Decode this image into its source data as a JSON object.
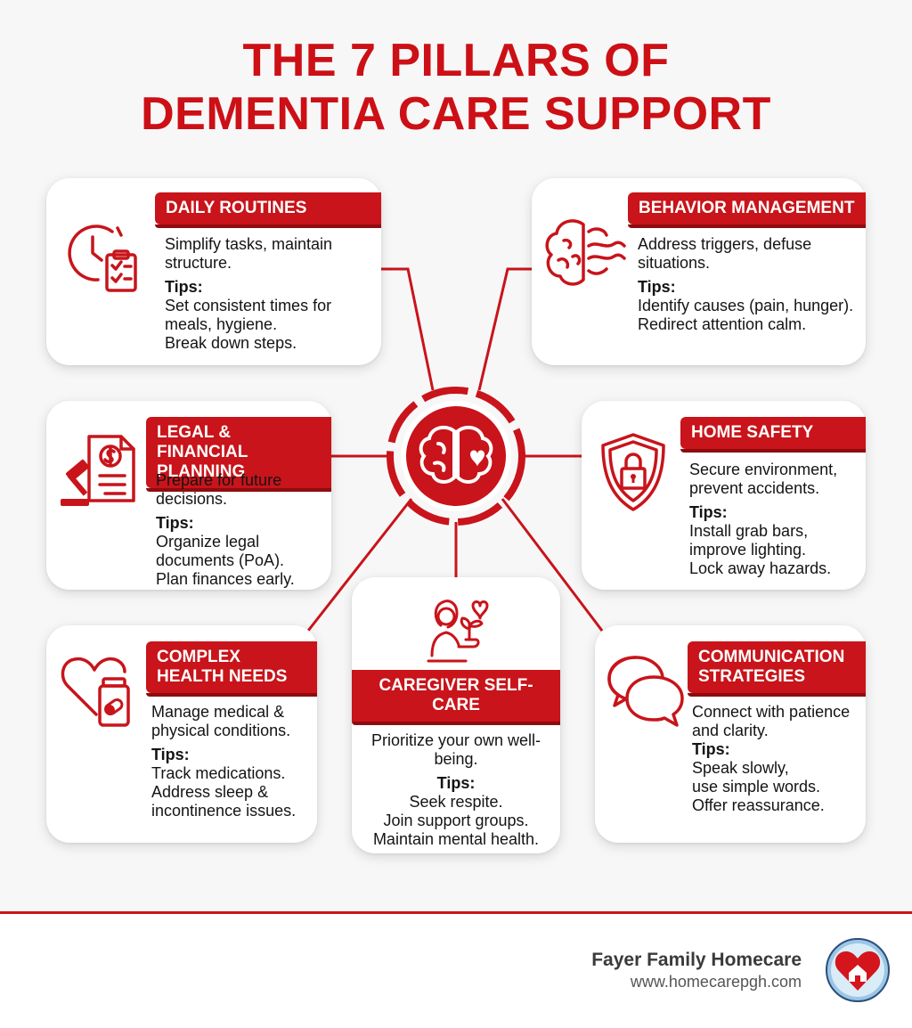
{
  "title": {
    "line1": "THE 7 PILLARS OF",
    "line2": "DEMENTIA CARE SUPPORT"
  },
  "colors": {
    "accent": "#c8141a",
    "accent_dark": "#8e0c10",
    "text": "#141414"
  },
  "pillars": {
    "daily": {
      "heading": "DAILY ROUTINES",
      "icon": "clock-clipboard-icon",
      "summary": "Simplify tasks, maintain structure.",
      "tips_label": "Tips:",
      "tips": "Set consistent times for meals, hygiene.\nBreak down steps."
    },
    "behavior": {
      "heading": "BEHAVIOR MANAGEMENT",
      "icon": "brain-waves-icon",
      "summary": "Address triggers, defuse situations.",
      "tips_label": "Tips:",
      "tips": "Identify causes (pain, hunger).\nRedirect attention calm."
    },
    "legal": {
      "heading": "LEGAL & FINANCIAL PLANNING",
      "icon": "gavel-document-icon",
      "summary": "Prepare for future decisions.",
      "tips_label": "Tips:",
      "tips": "Organize legal documents (PoA).\nPlan finances early."
    },
    "safety": {
      "heading": "HOME SAFETY",
      "icon": "shield-lock-icon",
      "summary": "Secure environment, prevent accidents.",
      "tips_label": "Tips:",
      "tips": "Install grab bars, improve lighting.\nLock away hazards."
    },
    "health": {
      "heading": "COMPLEX HEALTH NEEDS",
      "icon": "heart-medication-icon",
      "summary": "Manage medical & physical conditions.",
      "tips_label": "Tips:",
      "tips": "Track medications.\nAddress sleep &\nincontinence issues."
    },
    "selfcare": {
      "heading": "CAREGIVER SELF-CARE",
      "icon": "caregiver-plant-icon",
      "summary": "Prioritize your own well-being.",
      "tips_label": "Tips:",
      "tips": "Seek respite.\nJoin support groups.\nMaintain mental health."
    },
    "communication": {
      "heading": "COMMUNICATION STRATEGIES",
      "icon": "speech-bubbles-icon",
      "summary": "Connect with patience and clarity.",
      "tips_label": "Tips:",
      "tips": "Speak slowly,\nuse simple words.\nOffer reassurance."
    }
  },
  "center_icon": "brain-heart-icon",
  "footer": {
    "brand": "Fayer Family Homecare",
    "url": "www.homecarepgh.com",
    "logo_icon": "heart-home-logo-icon"
  }
}
